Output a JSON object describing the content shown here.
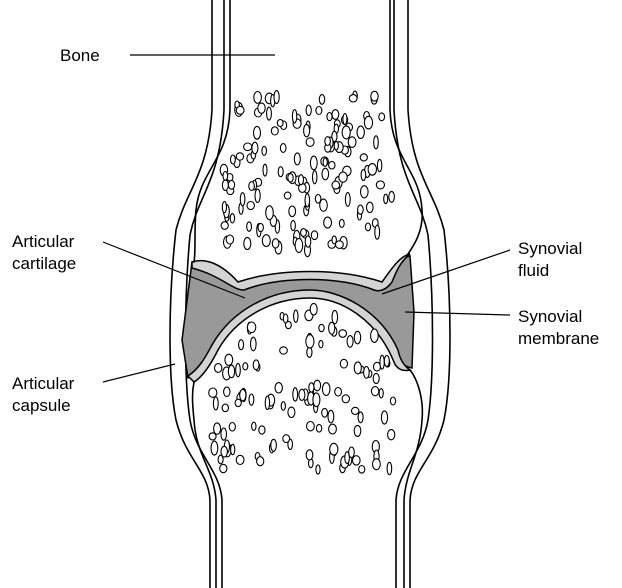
{
  "labels": {
    "bone": "Bone",
    "articular_cartilage": [
      "Articular",
      "cartilage"
    ],
    "articular_capsule": [
      "Articular",
      "capsule"
    ],
    "synovial_fluid": [
      "Synovial",
      "fluid"
    ],
    "synovial_membrane": [
      "Synovial",
      "membrane"
    ]
  },
  "colors": {
    "synovial_fluid_fill": "#999999",
    "cartilage_fill": "#d4d4d4",
    "outline": "#000000",
    "background": "#ffffff"
  }
}
